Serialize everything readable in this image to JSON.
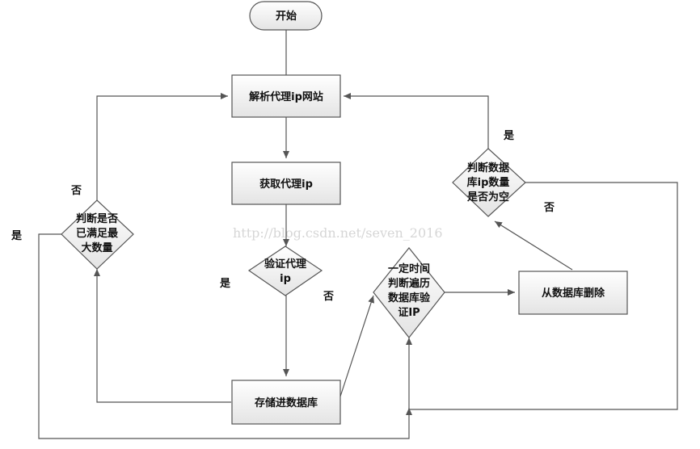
{
  "nodes": {
    "start": "开始",
    "parse": "解析代理ip网站",
    "fetch": "获取代理ip",
    "verify": [
      "验证代理",
      "ip"
    ],
    "store": "存储进数据库",
    "check_max": [
      "判断是否",
      "已满足最",
      "大数量"
    ],
    "timer": [
      "一定时间",
      "判断遍历",
      "数据库验",
      "证IP"
    ],
    "delete": "从数据库删除",
    "check_empty": [
      "判断数据",
      "库ip数量",
      "是否为空"
    ]
  },
  "edge_labels": {
    "check_max_no": "否",
    "check_max_yes": "是",
    "verify_yes": "是",
    "verify_no": "否",
    "check_empty_yes": "是",
    "check_empty_no": "否"
  },
  "watermark": "http://blog.csdn.net/seven_2016",
  "colors": {
    "box_fill_top": "#ffffff",
    "box_fill_bottom": "#e6e6e6",
    "stroke": "#555555",
    "text": "#111111"
  }
}
